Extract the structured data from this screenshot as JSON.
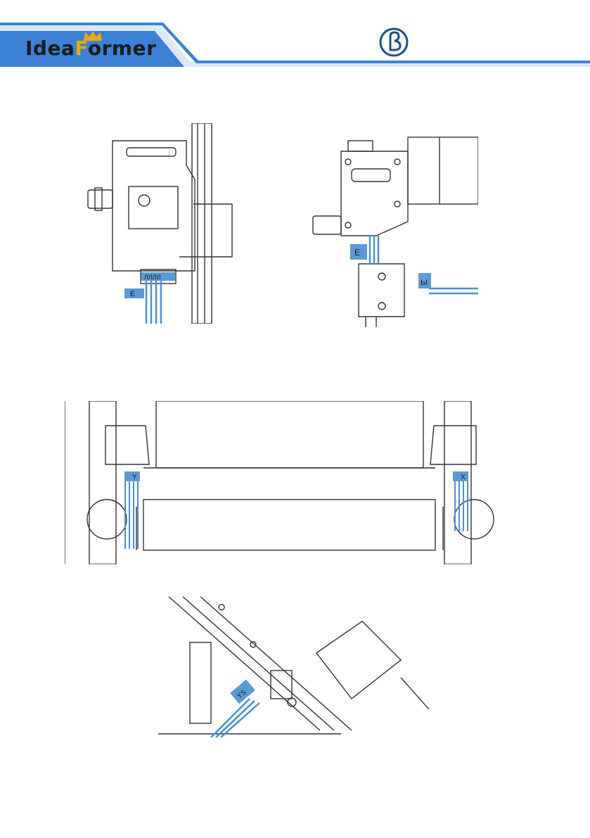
{
  "header": {
    "brand_name_part1": "Idea",
    "brand_name_part2": "F",
    "brand_name_part3": "ormer",
    "secondary_logo_icon": "beta-logo-icon",
    "colors": {
      "band_light": "#dbe9f7",
      "band_blue": "#3b82d6",
      "stripe": "#5aa0e8",
      "logo_gold": "#f0a800"
    }
  },
  "figures": {
    "extruder_left": {
      "label": "E",
      "connector_text": "ЛЛЛЛ"
    },
    "extruder_right": {
      "label": "E",
      "label_secondary": "Ы"
    },
    "gantry": {
      "label_left": "Y",
      "label_right": "X"
    },
    "z_axis": {
      "label": "YS"
    }
  },
  "colors": {
    "connector_blue": "#5b9bd5",
    "wire_blue": "#4a8fd8",
    "line": "#333333"
  }
}
